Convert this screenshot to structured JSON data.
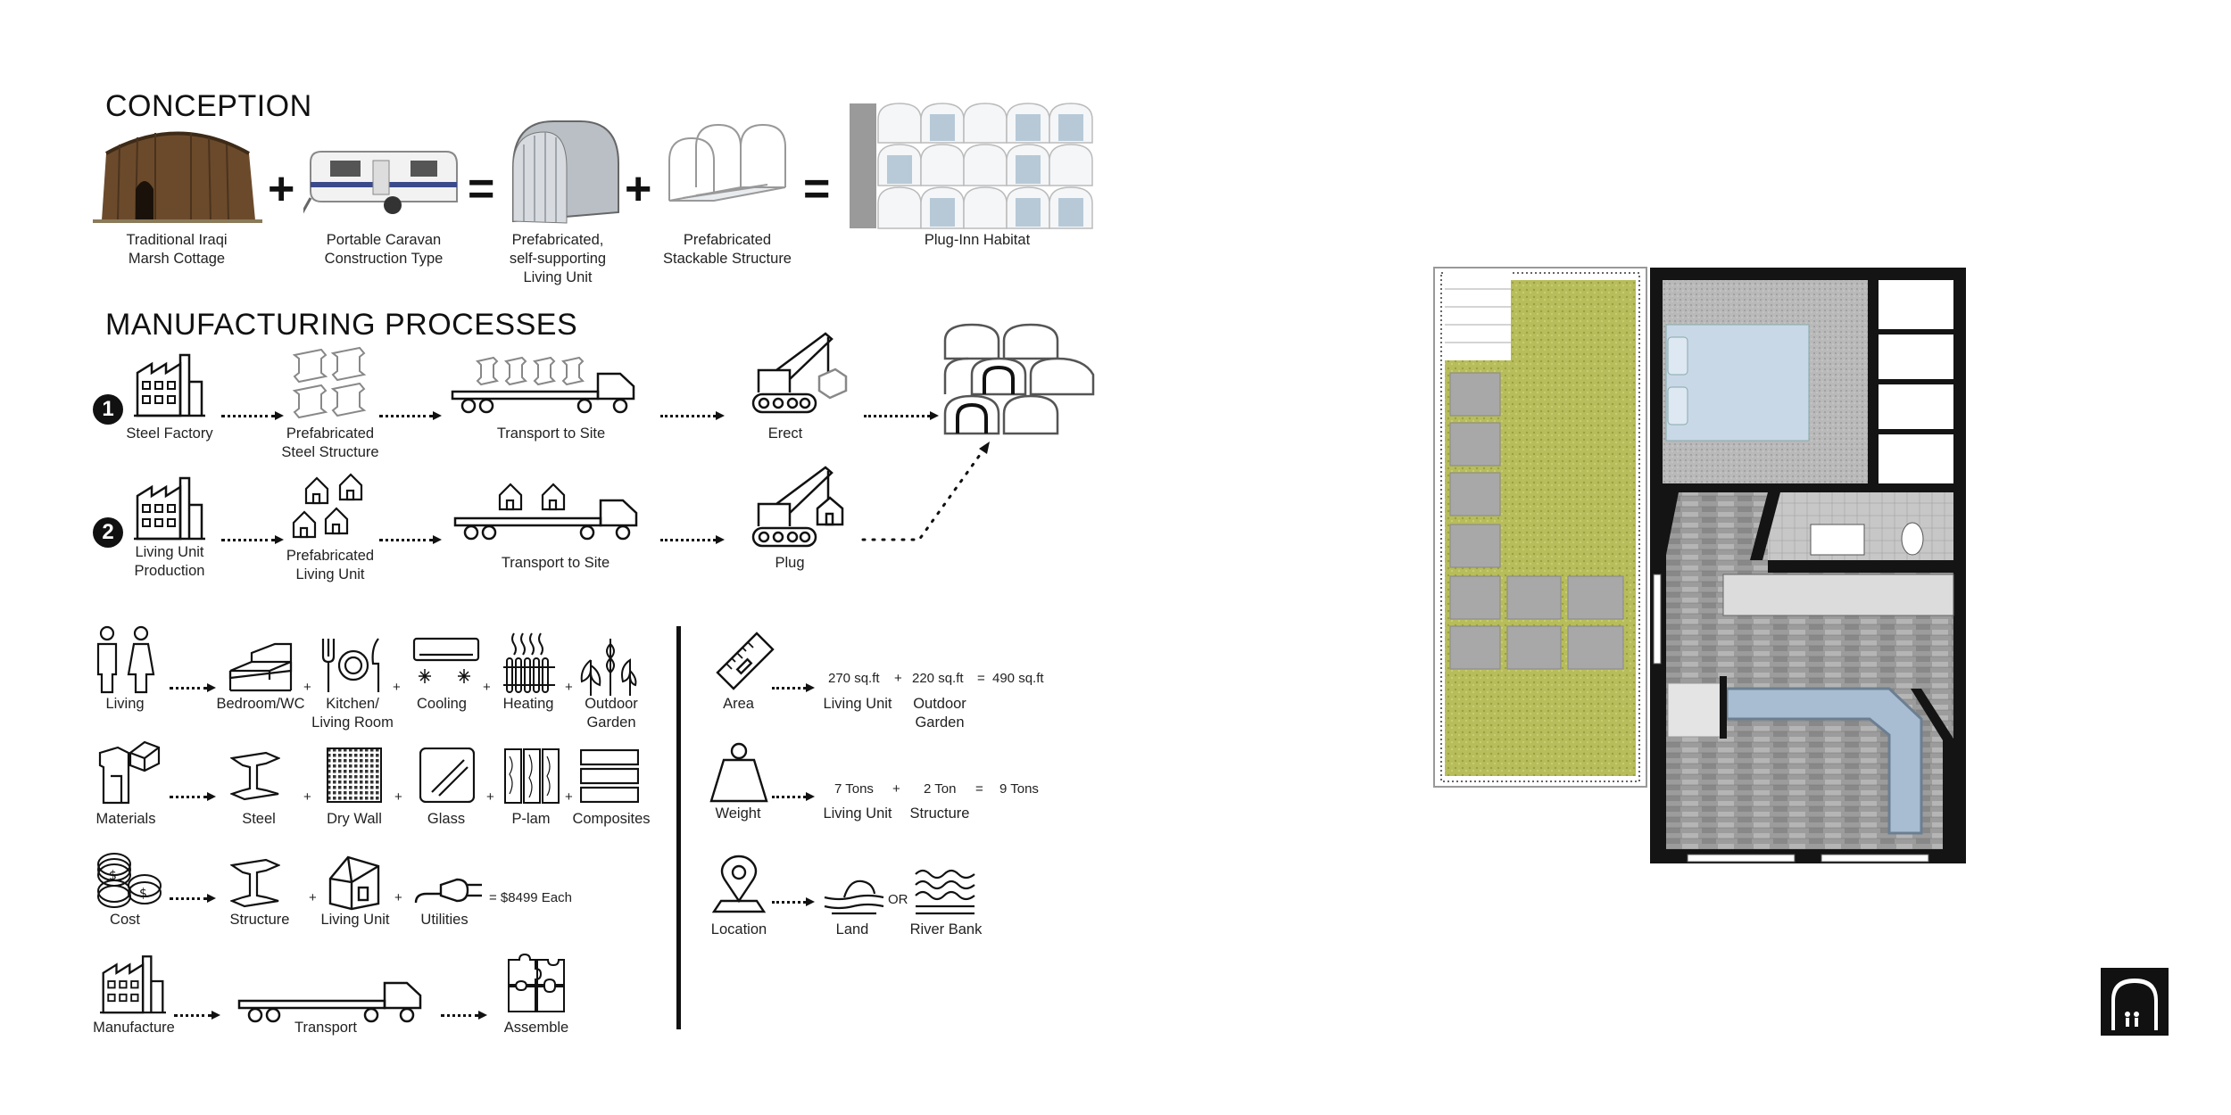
{
  "conception": {
    "title": "CONCEPTION",
    "items": [
      {
        "label": "Traditional Iraqi\nMarsh Cottage"
      },
      {
        "label": "Portable Caravan\nConstruction Type"
      },
      {
        "label": "Prefabricated,\nself-supporting\nLiving Unit"
      },
      {
        "label": "Prefabricated\nStackable Structure"
      },
      {
        "label": "Plug-Inn Habitat"
      }
    ],
    "operators": [
      "+",
      "=",
      "+",
      "="
    ]
  },
  "manufacturing": {
    "title": "MANUFACTURING PROCESSES",
    "rows": [
      {
        "number": "1",
        "steps": [
          "Steel Factory",
          "Prefabricated\nSteel Structure",
          "Transport to Site",
          "Erect"
        ]
      },
      {
        "number": "2",
        "steps": [
          "Living Unit\nProduction",
          "Prefabricated\nLiving Unit",
          "Transport to Site",
          "Plug"
        ]
      }
    ]
  },
  "breakdown": {
    "living": {
      "label": "Living",
      "items": [
        "Bedroom/WC",
        "Kitchen/\nLiving Room",
        "Cooling",
        "Heating",
        "Outdoor\nGarden"
      ]
    },
    "materials": {
      "label": "Materials",
      "items": [
        "Steel",
        "Dry Wall",
        "Glass",
        "P-lam",
        "Composites"
      ]
    },
    "cost": {
      "label": "Cost",
      "items": [
        "Structure",
        "Living Unit",
        "Utilities"
      ],
      "result": "= $8499 Each"
    },
    "manufacture": {
      "label": "Manufacture",
      "items": [
        "Transport",
        "Assemble"
      ]
    },
    "plus": "+"
  },
  "specs": {
    "area": {
      "label": "Area",
      "v1": "270 sq.ft",
      "op1": "+",
      "v2": "220 sq.ft",
      "op2": "=",
      "total": "490 sq.ft",
      "sub1": "Living Unit",
      "sub2": "Outdoor\nGarden"
    },
    "weight": {
      "label": "Weight",
      "v1": "7 Tons",
      "op1": "+",
      "v2": "2 Ton",
      "op2": "=",
      "total": "9 Tons",
      "sub1": "Living Unit",
      "sub2": "Structure"
    },
    "location": {
      "label": "Location",
      "opt1": "Land",
      "or": "OR",
      "opt2": "River Bank"
    }
  },
  "colors": {
    "garden": "#b8bd5c",
    "water": "#a9bdd2",
    "wall": "#141414",
    "floor": "#9c9c9c",
    "bed": "#c9d8e6"
  }
}
